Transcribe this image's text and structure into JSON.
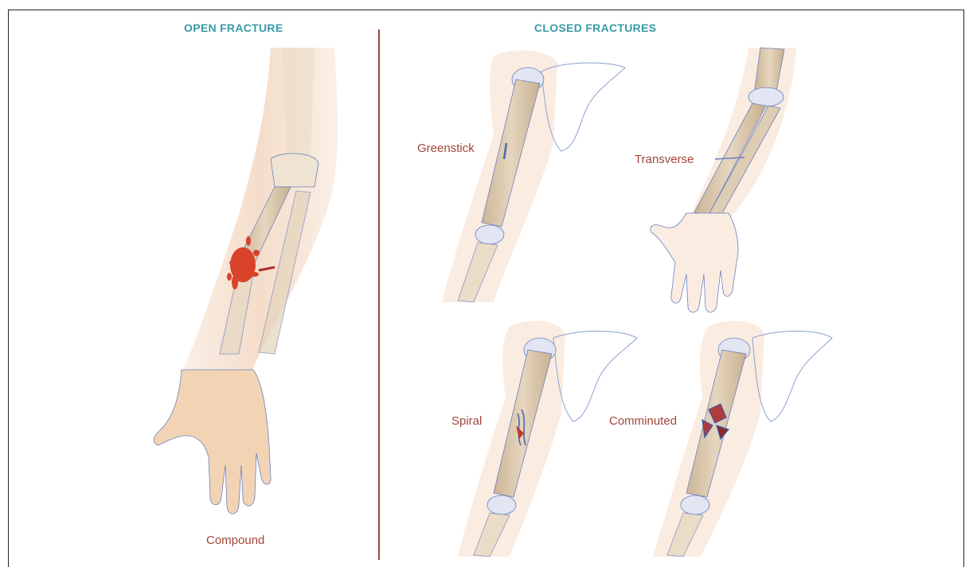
{
  "headings": {
    "open": "OPEN FRACTURE",
    "closed": "CLOSED FRACTURES"
  },
  "labels": {
    "compound": "Compound",
    "greenstick": "Greenstick",
    "transverse": "Transverse",
    "spiral": "Spiral",
    "comminuted": "Comminuted"
  },
  "colors": {
    "heading": "#3a9aa6",
    "label": "#a0453a",
    "divider": "#a0453a",
    "skin": "#f7e2d3",
    "bone": "#d9c3a6",
    "outline": "#5a72b8",
    "blood": "#d8432a"
  }
}
